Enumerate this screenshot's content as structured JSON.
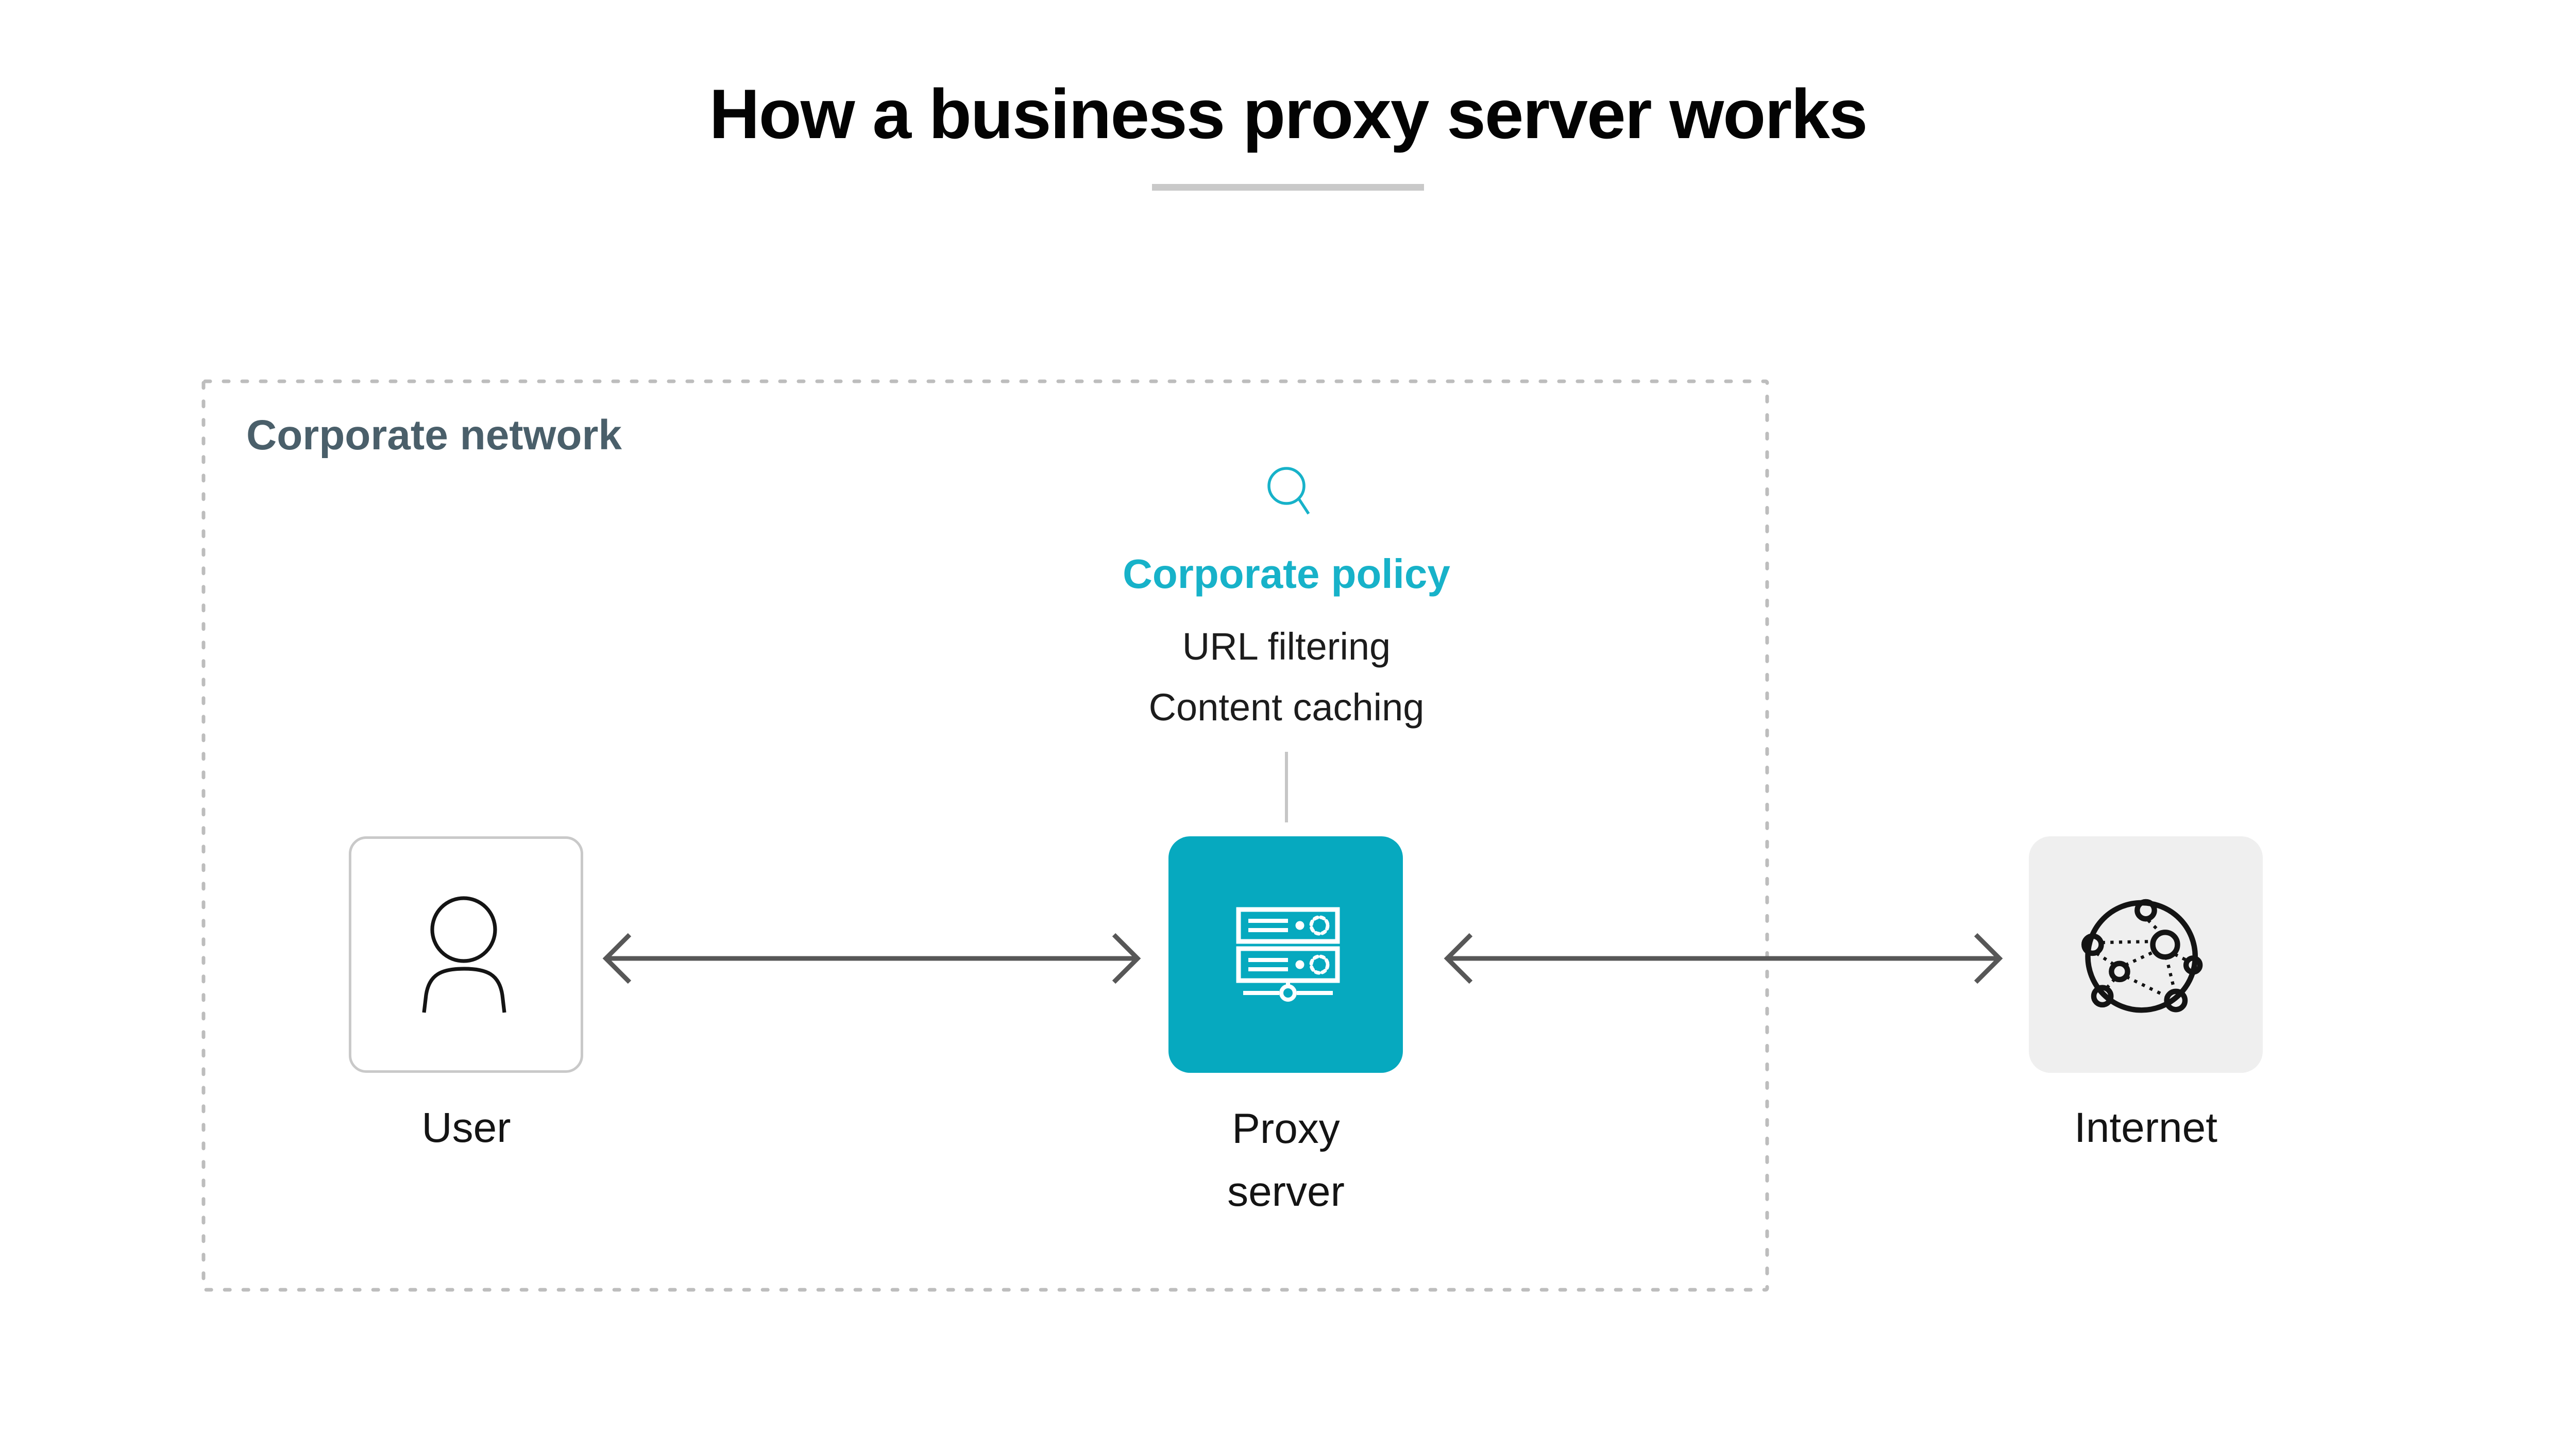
{
  "title": "How a business proxy server works",
  "corporate_network": {
    "label": "Corporate network"
  },
  "policy": {
    "icon": "magnifier-icon",
    "heading": "Corporate policy",
    "items": [
      {
        "label": "URL filtering"
      },
      {
        "label": "Content caching"
      }
    ]
  },
  "nodes": {
    "user": {
      "label": "User",
      "icon": "user-icon"
    },
    "proxy": {
      "label": "Proxy server",
      "icon": "server-icon"
    },
    "internet": {
      "label": "Internet",
      "icon": "network-globe-icon"
    }
  },
  "connections": [
    {
      "from": "user",
      "to": "proxy",
      "style": "double-arrow"
    },
    {
      "from": "proxy",
      "to": "internet",
      "style": "double-arrow"
    },
    {
      "from": "policy",
      "to": "proxy",
      "style": "line"
    }
  ],
  "colors": {
    "teal_box": "#06a9bf",
    "teal_text": "#17b2c9",
    "network_label": "#4a5f6a",
    "body_text": "#1c1c1c",
    "arrow": "#575757",
    "dashed_border": "#bdbdbd",
    "user_box_border": "#c9c9c9",
    "internet_box_bg": "#efefef",
    "underline": "#c9c9c9",
    "connector_line": "#c6c6c6",
    "icon_stroke": "#141414"
  }
}
